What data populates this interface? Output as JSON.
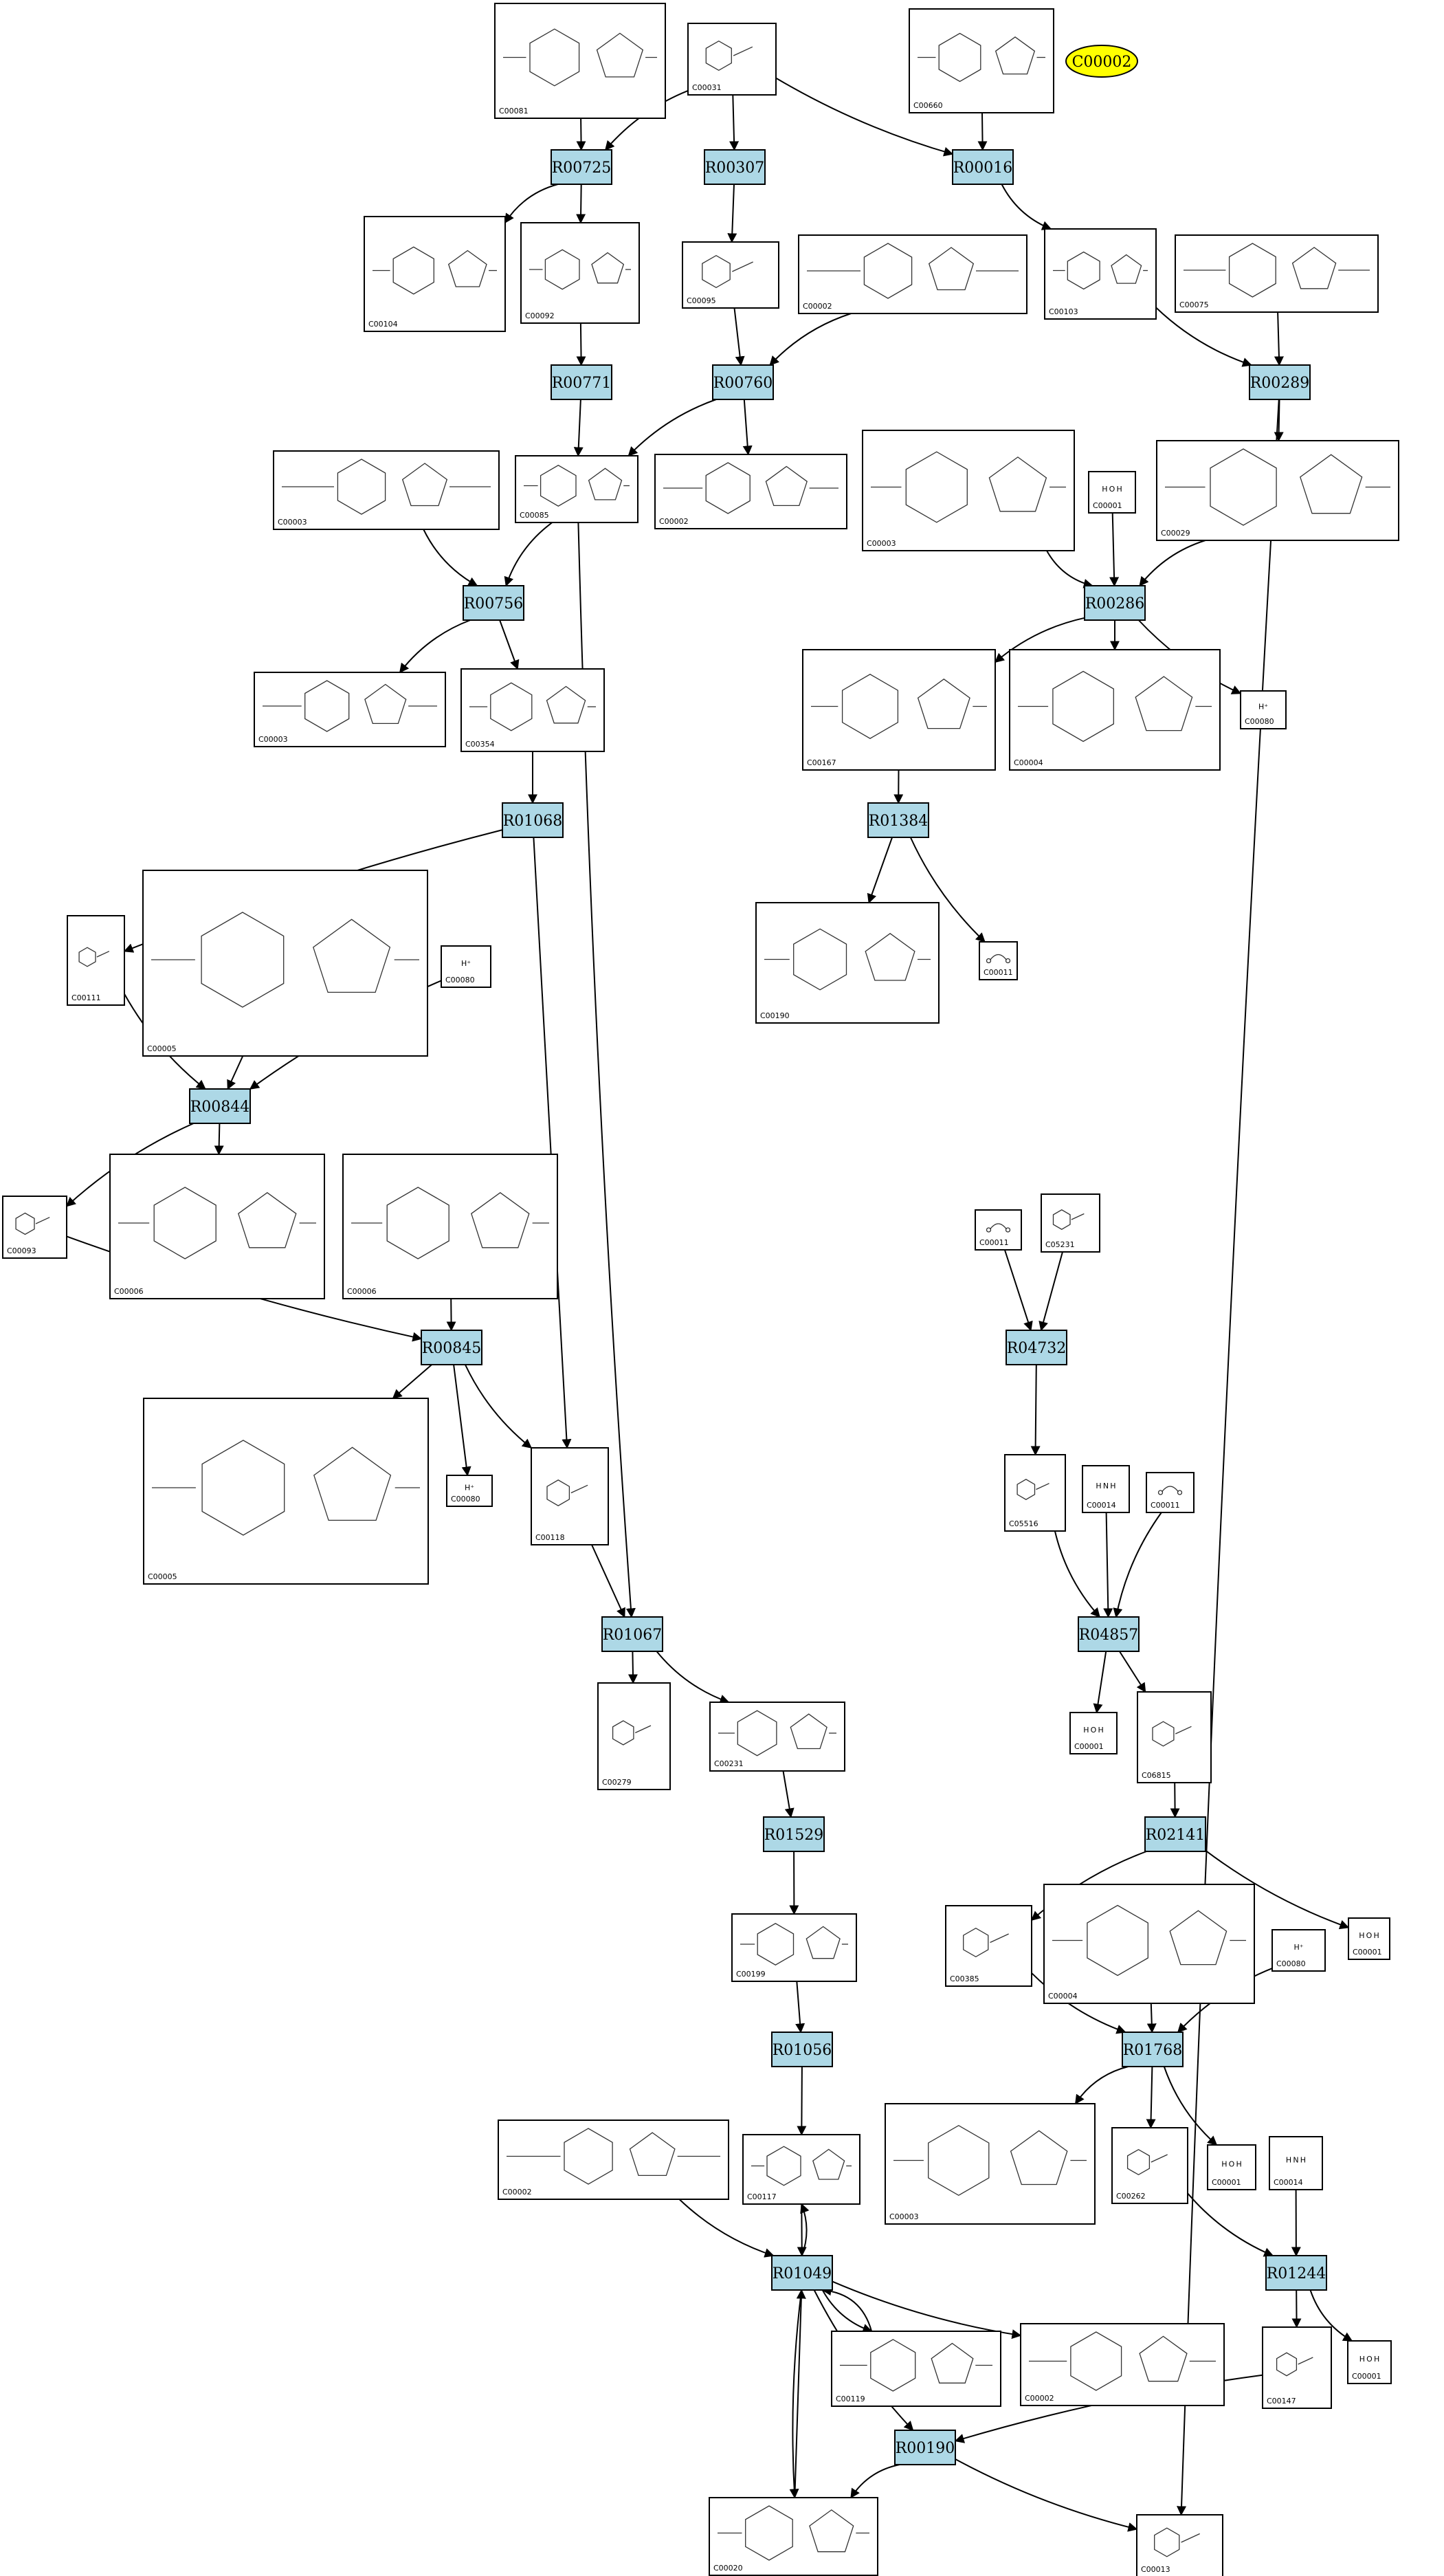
{
  "diagram": {
    "highlighted": {
      "id": "C00002",
      "color": "#ffff00"
    },
    "reaction_color": "#add8e6",
    "reactions": [
      {
        "id": "R00725"
      },
      {
        "id": "R00307"
      },
      {
        "id": "R00016"
      },
      {
        "id": "R00771"
      },
      {
        "id": "R00760"
      },
      {
        "id": "R00289"
      },
      {
        "id": "R00756"
      },
      {
        "id": "R00286"
      },
      {
        "id": "R01068"
      },
      {
        "id": "R01384"
      },
      {
        "id": "R00844"
      },
      {
        "id": "R00845"
      },
      {
        "id": "R04732"
      },
      {
        "id": "R01067"
      },
      {
        "id": "R04857"
      },
      {
        "id": "R01529"
      },
      {
        "id": "R02141"
      },
      {
        "id": "R01056"
      },
      {
        "id": "R01768"
      },
      {
        "id": "R01049"
      },
      {
        "id": "R01244"
      },
      {
        "id": "R00190"
      }
    ],
    "compounds": [
      {
        "key": "c01",
        "label": "C00081",
        "kind": "ring"
      },
      {
        "key": "c02",
        "label": "C00031",
        "kind": "ring"
      },
      {
        "key": "c03",
        "label": "C00660",
        "kind": "ring"
      },
      {
        "key": "c04",
        "label": "C00104",
        "kind": "ring"
      },
      {
        "key": "c05",
        "label": "C00092",
        "kind": "ring"
      },
      {
        "key": "c06",
        "label": "C00095",
        "kind": "ring"
      },
      {
        "key": "c07",
        "label": "C00002",
        "kind": "ring"
      },
      {
        "key": "c08",
        "label": "C00103",
        "kind": "ring"
      },
      {
        "key": "c09",
        "label": "C00075",
        "kind": "ring"
      },
      {
        "key": "c10",
        "label": "C00002",
        "kind": "ring"
      },
      {
        "key": "c11",
        "label": "C00085",
        "kind": "ring"
      },
      {
        "key": "c12",
        "label": "C00003",
        "kind": "ring"
      },
      {
        "key": "c13",
        "label": "C00003",
        "kind": "ring"
      },
      {
        "key": "c14",
        "label": "C00001",
        "kind": "water",
        "atoms": "H O H"
      },
      {
        "key": "c15",
        "label": "C00029",
        "kind": "ring"
      },
      {
        "key": "c16",
        "label": "C00003",
        "kind": "ring"
      },
      {
        "key": "c17",
        "label": "C00354",
        "kind": "ring"
      },
      {
        "key": "c18",
        "label": "C00167",
        "kind": "ring"
      },
      {
        "key": "c19",
        "label": "C00004",
        "kind": "ring"
      },
      {
        "key": "c20",
        "label": "C00080",
        "kind": "ion",
        "atoms": "H⁺"
      },
      {
        "key": "c21",
        "label": "C00190",
        "kind": "ring"
      },
      {
        "key": "c22",
        "label": "C00011",
        "kind": "small"
      },
      {
        "key": "c23",
        "label": "C00111",
        "kind": "ring"
      },
      {
        "key": "c24",
        "label": "C00005",
        "kind": "ring"
      },
      {
        "key": "c25",
        "label": "C00080",
        "kind": "ion",
        "atoms": "H⁺"
      },
      {
        "key": "c26",
        "label": "C00093",
        "kind": "ring"
      },
      {
        "key": "c27",
        "label": "C00006",
        "kind": "ring"
      },
      {
        "key": "c28",
        "label": "C00006",
        "kind": "ring"
      },
      {
        "key": "c29",
        "label": "C00011",
        "kind": "small"
      },
      {
        "key": "c30",
        "label": "C05231",
        "kind": "ring"
      },
      {
        "key": "c31",
        "label": "C00005",
        "kind": "ring"
      },
      {
        "key": "c32",
        "label": "C00080",
        "kind": "ion",
        "atoms": "H⁺"
      },
      {
        "key": "c33",
        "label": "C00118",
        "kind": "ring"
      },
      {
        "key": "c34",
        "label": "C05516",
        "kind": "ring"
      },
      {
        "key": "c35",
        "label": "C00014",
        "kind": "water",
        "atoms": "H N H"
      },
      {
        "key": "c36",
        "label": "C00011",
        "kind": "small"
      },
      {
        "key": "c37",
        "label": "C00279",
        "kind": "ring"
      },
      {
        "key": "c38",
        "label": "C00231",
        "kind": "ring"
      },
      {
        "key": "c39",
        "label": "C00001",
        "kind": "water",
        "atoms": "H O H"
      },
      {
        "key": "c40",
        "label": "C06815",
        "kind": "ring"
      },
      {
        "key": "c41",
        "label": "C00199",
        "kind": "ring"
      },
      {
        "key": "c42",
        "label": "C00385",
        "kind": "ring"
      },
      {
        "key": "c43",
        "label": "C00004",
        "kind": "ring"
      },
      {
        "key": "c44",
        "label": "C00080",
        "kind": "ion",
        "atoms": "H⁺"
      },
      {
        "key": "c45",
        "label": "C00001",
        "kind": "water",
        "atoms": "H O H"
      },
      {
        "key": "c46",
        "label": "C00002",
        "kind": "ring"
      },
      {
        "key": "c47",
        "label": "C00117",
        "kind": "ring"
      },
      {
        "key": "c48",
        "label": "C00003",
        "kind": "ring"
      },
      {
        "key": "c49",
        "label": "C00262",
        "kind": "ring"
      },
      {
        "key": "c50",
        "label": "C00001",
        "kind": "water",
        "atoms": "H O H"
      },
      {
        "key": "c51",
        "label": "C00014",
        "kind": "water",
        "atoms": "H N H"
      },
      {
        "key": "c52",
        "label": "C00119",
        "kind": "ring"
      },
      {
        "key": "c53",
        "label": "C00002",
        "kind": "ring"
      },
      {
        "key": "c54",
        "label": "C00147",
        "kind": "ring"
      },
      {
        "key": "c55",
        "label": "C00001",
        "kind": "water",
        "atoms": "H O H"
      },
      {
        "key": "c56",
        "label": "C00020",
        "kind": "ring"
      },
      {
        "key": "c57",
        "label": "C00013",
        "kind": "ring"
      }
    ],
    "edges": [
      [
        "c01",
        "R00725"
      ],
      [
        "R00725",
        "c04"
      ],
      [
        "R00725",
        "c05"
      ],
      [
        "c02",
        "R00725"
      ],
      [
        "c02",
        "R00307"
      ],
      [
        "c02",
        "R00016"
      ],
      [
        "c03",
        "R00016"
      ],
      [
        "R00016",
        "c08"
      ],
      [
        "R00307",
        "c06"
      ],
      [
        "c05",
        "R00771"
      ],
      [
        "c06",
        "R00760"
      ],
      [
        "c07",
        "R00760"
      ],
      [
        "R00760",
        "c11"
      ],
      [
        "R00760",
        "c10"
      ],
      [
        "R00771",
        "c11"
      ],
      [
        "c08",
        "R00289"
      ],
      [
        "c09",
        "R00289"
      ],
      [
        "R00289",
        "c15"
      ],
      [
        "c13",
        "R00756"
      ],
      [
        "c11",
        "R00756"
      ],
      [
        "R00756",
        "c16"
      ],
      [
        "R00756",
        "c17"
      ],
      [
        "c12",
        "R00286"
      ],
      [
        "c14",
        "R00286"
      ],
      [
        "c15",
        "R00286"
      ],
      [
        "R00286",
        "c18"
      ],
      [
        "R00286",
        "c19"
      ],
      [
        "R00286",
        "c20"
      ],
      [
        "c17",
        "R01068"
      ],
      [
        "R01068",
        "c23"
      ],
      [
        "c18",
        "R01384"
      ],
      [
        "R01384",
        "c21"
      ],
      [
        "R01384",
        "c22"
      ],
      [
        "c23",
        "R00844"
      ],
      [
        "c24",
        "R00844"
      ],
      [
        "c25",
        "R00844"
      ],
      [
        "R00844",
        "c26"
      ],
      [
        "R00844",
        "c27"
      ],
      [
        "c26",
        "R00845"
      ],
      [
        "c28",
        "R00845"
      ],
      [
        "R00845",
        "c31"
      ],
      [
        "R00845",
        "c32"
      ],
      [
        "R00845",
        "c33"
      ],
      [
        "c29",
        "R04732"
      ],
      [
        "c30",
        "R04732"
      ],
      [
        "R04732",
        "c34"
      ],
      [
        "R01068",
        "c33"
      ],
      [
        "c11",
        "R01067"
      ],
      [
        "c33",
        "R01067"
      ],
      [
        "R01067",
        "c37"
      ],
      [
        "R01067",
        "c38"
      ],
      [
        "c34",
        "R04857"
      ],
      [
        "c35",
        "R04857"
      ],
      [
        "c36",
        "R04857"
      ],
      [
        "R04857",
        "c39"
      ],
      [
        "R04857",
        "c40"
      ],
      [
        "c38",
        "R01529"
      ],
      [
        "R01529",
        "c41"
      ],
      [
        "c40",
        "R02141"
      ],
      [
        "R02141",
        "c42"
      ],
      [
        "R02141",
        "c45"
      ],
      [
        "c41",
        "R01056"
      ],
      [
        "R01056",
        "c47"
      ],
      [
        "c42",
        "R01768"
      ],
      [
        "c43",
        "R01768"
      ],
      [
        "c44",
        "R01768"
      ],
      [
        "R01768",
        "c48"
      ],
      [
        "R01768",
        "c49"
      ],
      [
        "R01768",
        "c50"
      ],
      [
        "c46",
        "R01049"
      ],
      [
        "c47",
        "R01049"
      ],
      [
        "R01049",
        "c47"
      ],
      [
        "R01049",
        "c52"
      ],
      [
        "c52",
        "R01049"
      ],
      [
        "R01049",
        "c53"
      ],
      [
        "c49",
        "R01244"
      ],
      [
        "c51",
        "R01244"
      ],
      [
        "R01244",
        "c54"
      ],
      [
        "R01244",
        "c55"
      ],
      [
        "c54",
        "R00190"
      ],
      [
        "R01049",
        "R00190"
      ],
      [
        "R00190",
        "c56"
      ],
      [
        "R00190",
        "c57"
      ],
      [
        "c56",
        "R01049"
      ],
      [
        "R01049",
        "c56"
      ],
      [
        "R00289",
        "c57"
      ]
    ]
  }
}
